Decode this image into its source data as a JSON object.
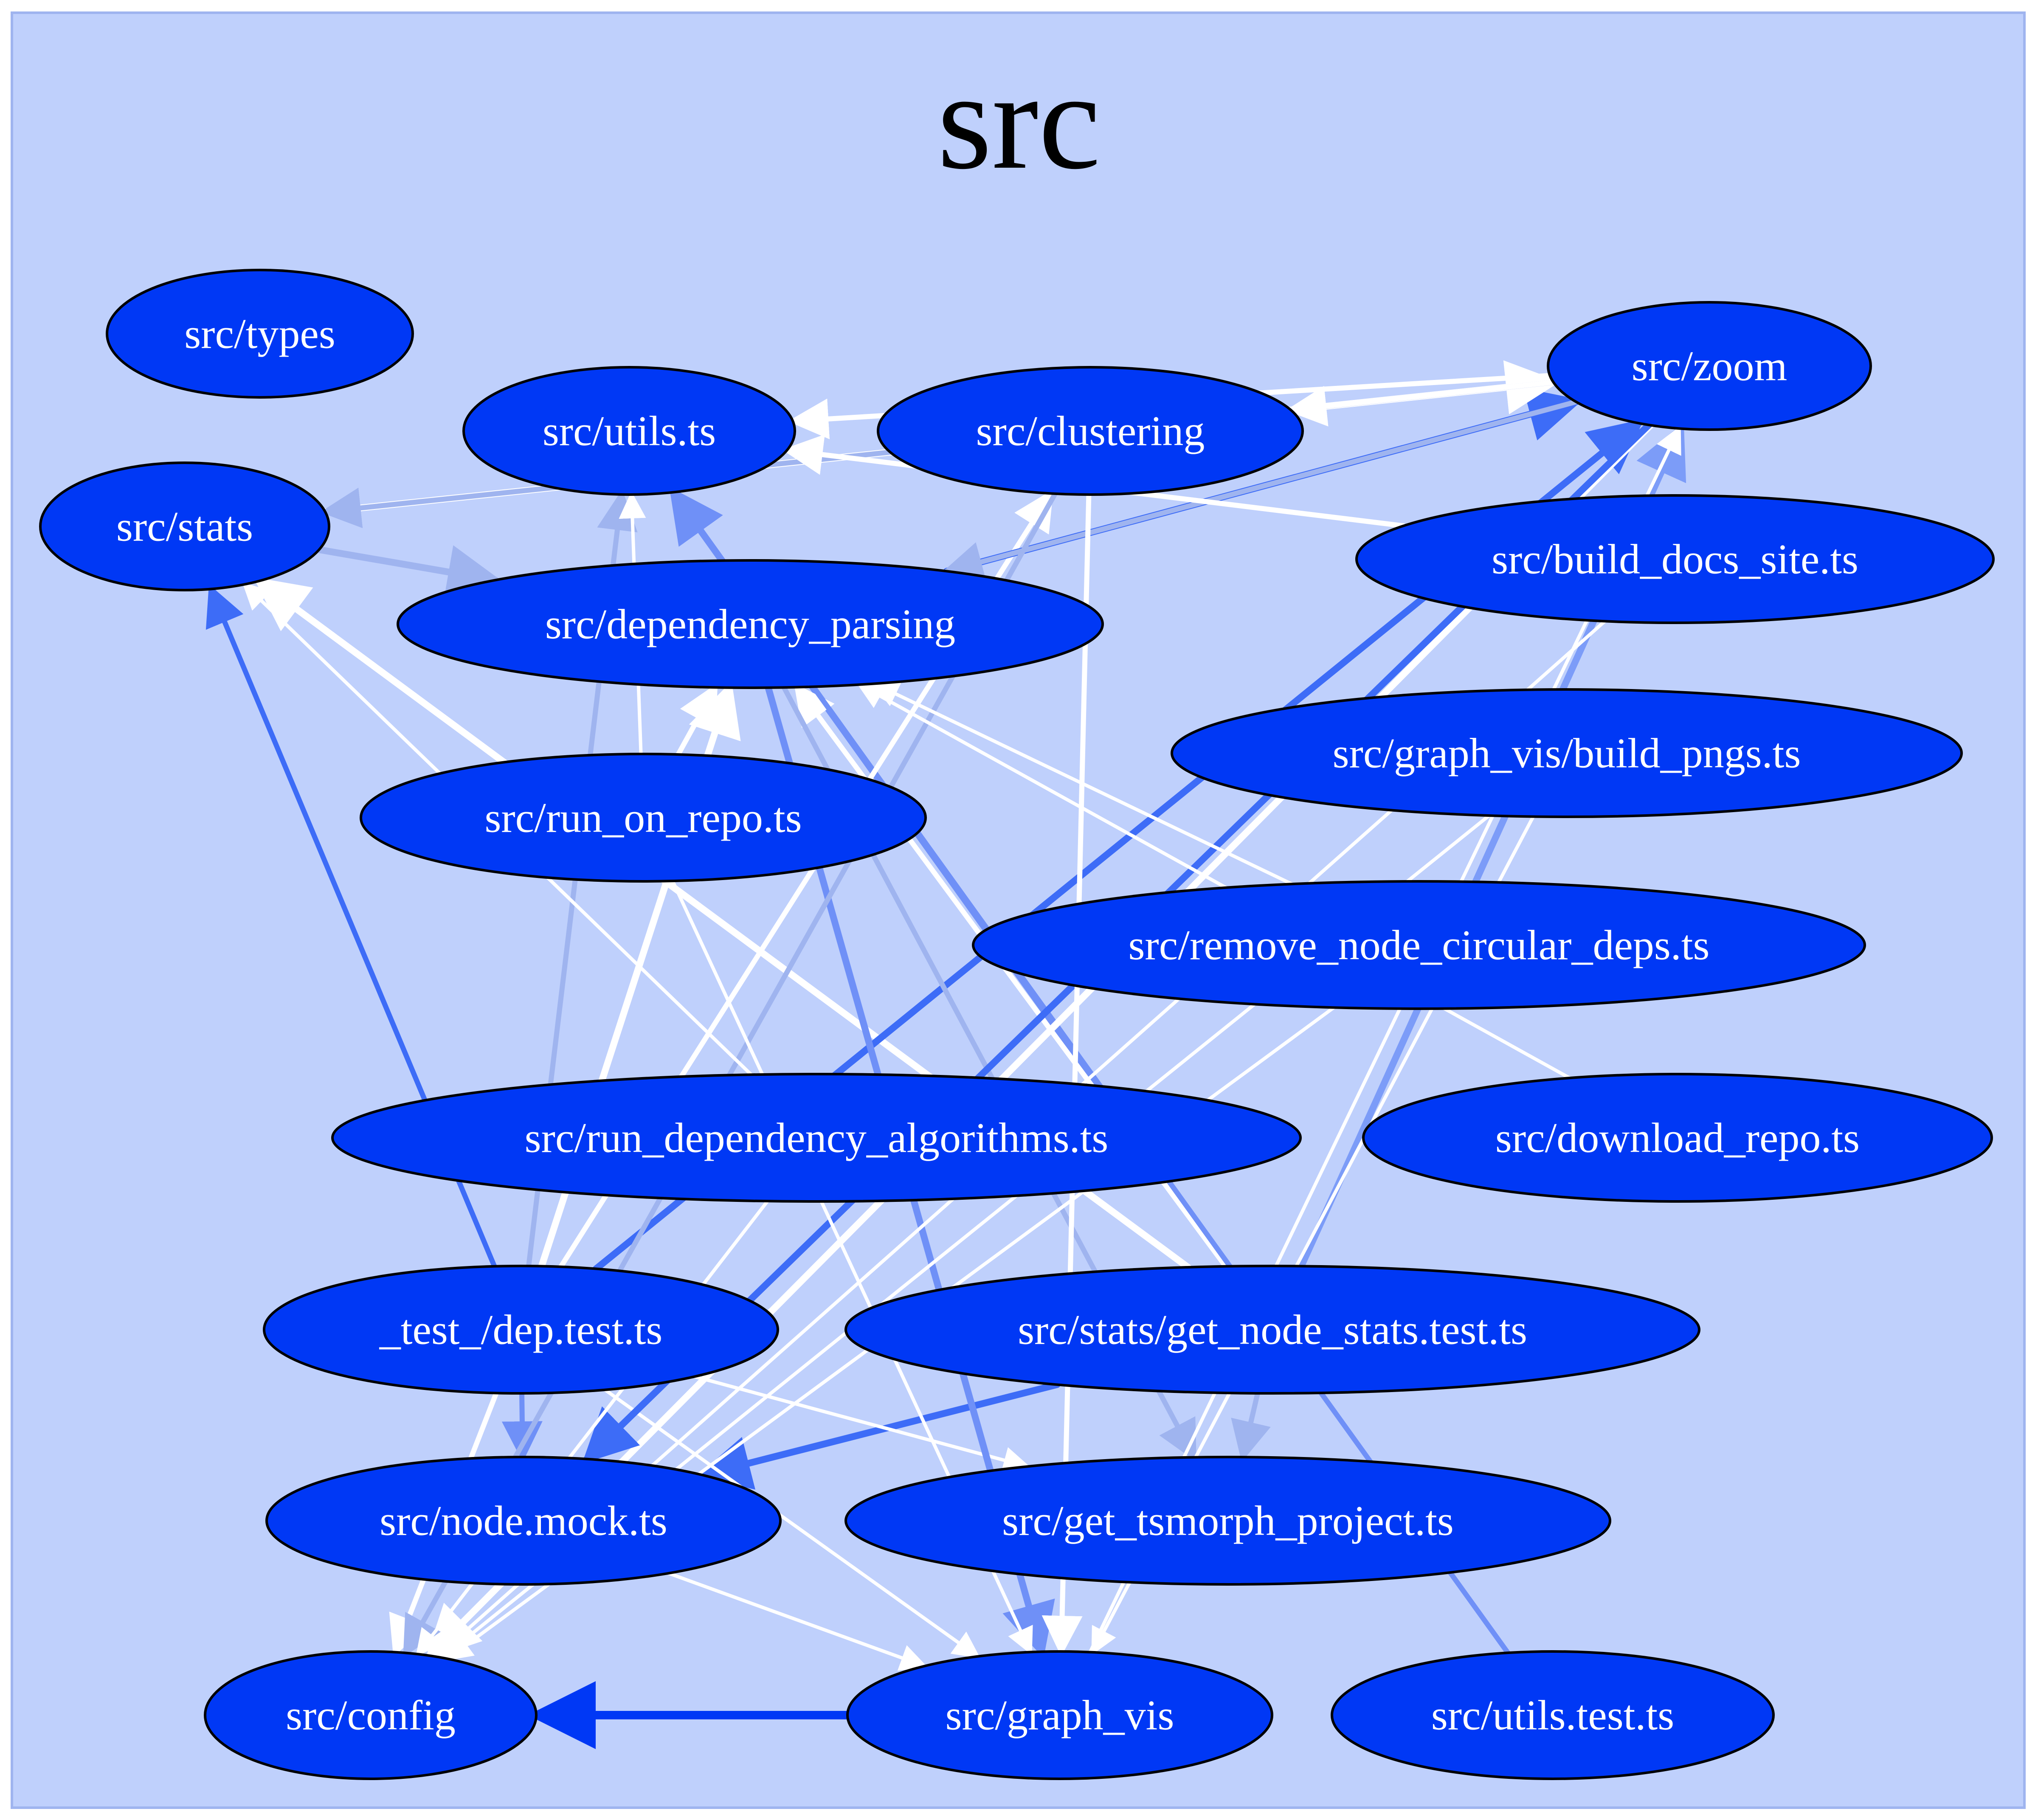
{
  "cluster": {
    "title": "src"
  },
  "nodes": [
    {
      "id": "types",
      "label": "src/types"
    },
    {
      "id": "utils",
      "label": "src/utils.ts"
    },
    {
      "id": "clustering",
      "label": "src/clustering"
    },
    {
      "id": "zoom",
      "label": "src/zoom"
    },
    {
      "id": "stats",
      "label": "src/stats"
    },
    {
      "id": "build_docs",
      "label": "src/build_docs_site.ts"
    },
    {
      "id": "dep_parsing",
      "label": "src/dependency_parsing"
    },
    {
      "id": "build_pngs",
      "label": "src/graph_vis/build_pngs.ts"
    },
    {
      "id": "run_on_repo",
      "label": "src/run_on_repo.ts"
    },
    {
      "id": "remove_circ",
      "label": "src/remove_node_circular_deps.ts"
    },
    {
      "id": "run_dep_algos",
      "label": "src/run_dependency_algorithms.ts"
    },
    {
      "id": "download_repo",
      "label": "src/download_repo.ts"
    },
    {
      "id": "dep_test",
      "label": "_test_/dep.test.ts"
    },
    {
      "id": "node_stats_test",
      "label": "src/stats/get_node_stats.test.ts"
    },
    {
      "id": "node_mock",
      "label": "src/node.mock.ts"
    },
    {
      "id": "tsmorph",
      "label": "src/get_tsmorph_project.ts"
    },
    {
      "id": "config",
      "label": "src/config"
    },
    {
      "id": "graph_vis",
      "label": "src/graph_vis"
    },
    {
      "id": "utils_test",
      "label": "src/utils.test.ts"
    }
  ],
  "edges": [
    {
      "from": "graph_vis",
      "to": "config",
      "color": "#0038f5",
      "weight": 4
    },
    {
      "from": "node_stats_test",
      "to": "node_mock",
      "color": "#3d6cf7",
      "weight": 3
    },
    {
      "from": "node_stats_test",
      "to": "zoom",
      "color": "#7c9cf8",
      "weight": 3
    },
    {
      "from": "node_stats_test",
      "to": "utils",
      "color": "#6f90f7",
      "weight": 3
    },
    {
      "from": "node_stats_test",
      "to": "stats",
      "color": "#ffffff",
      "weight": 3
    },
    {
      "from": "node_stats_test",
      "to": "tsmorph",
      "color": "#9fb4ef",
      "weight": 2
    },
    {
      "from": "node_stats_test",
      "to": "dep_parsing",
      "color": "#ffffff",
      "weight": 2
    },
    {
      "from": "utils_test",
      "to": "utils",
      "color": "#6f90f7",
      "weight": 2
    },
    {
      "from": "dep_test",
      "to": "stats",
      "color": "#3d6cf7",
      "weight": 2
    },
    {
      "from": "dep_test",
      "to": "zoom",
      "color": "#3d6cf7",
      "weight": 3
    },
    {
      "from": "dep_test",
      "to": "dep_parsing",
      "color": "#ffffff",
      "weight": 3
    },
    {
      "from": "dep_test",
      "to": "utils",
      "color": "#9fb4ef",
      "weight": 2
    },
    {
      "from": "dep_test",
      "to": "config",
      "color": "#ffffff",
      "weight": 2
    },
    {
      "from": "dep_test",
      "to": "node_mock",
      "color": "#6f90f7",
      "weight": 2
    },
    {
      "from": "dep_test",
      "to": "tsmorph",
      "color": "#ffffff",
      "weight": 1
    },
    {
      "from": "dep_test",
      "to": "graph_vis",
      "color": "#ffffff",
      "weight": 1
    },
    {
      "from": "dep_test",
      "to": "clustering",
      "color": "#ffffff",
      "weight": 2
    },
    {
      "from": "dep_parsing",
      "to": "zoom",
      "color": "#3d6cf7",
      "weight": 3
    },
    {
      "from": "dep_parsing",
      "to": "graph_vis",
      "color": "#6f90f7",
      "weight": 3
    },
    {
      "from": "dep_parsing",
      "to": "tsmorph",
      "color": "#9fb4ef",
      "weight": 2
    },
    {
      "from": "stats",
      "to": "zoom",
      "color": "#ffffff",
      "weight": 3
    },
    {
      "from": "stats",
      "to": "dep_parsing",
      "color": "#9fb4ef",
      "weight": 3
    },
    {
      "from": "zoom",
      "to": "stats",
      "color": "#9fb4ef",
      "weight": 2
    },
    {
      "from": "zoom",
      "to": "config",
      "color": "#ffffff",
      "weight": 3
    },
    {
      "from": "zoom",
      "to": "node_mock",
      "color": "#3d6cf7",
      "weight": 3
    },
    {
      "from": "zoom",
      "to": "utils",
      "color": "#ffffff",
      "weight": 2
    },
    {
      "from": "zoom",
      "to": "clustering",
      "color": "#ffffff",
      "weight": 2
    },
    {
      "from": "zoom",
      "to": "dep_parsing",
      "color": "#9fb4ef",
      "weight": 2
    },
    {
      "from": "clustering",
      "to": "config",
      "color": "#9fb4ef",
      "weight": 2
    },
    {
      "from": "clustering",
      "to": "graph_vis",
      "color": "#ffffff",
      "weight": 2
    },
    {
      "from": "build_docs",
      "to": "utils",
      "color": "#ffffff",
      "weight": 2
    },
    {
      "from": "build_docs",
      "to": "config",
      "color": "#ffffff",
      "weight": 1
    },
    {
      "from": "build_pngs",
      "to": "config",
      "color": "#ffffff",
      "weight": 1
    },
    {
      "from": "build_pngs",
      "to": "graph_vis",
      "color": "#ffffff",
      "weight": 1
    },
    {
      "from": "remove_circ",
      "to": "config",
      "color": "#ffffff",
      "weight": 1
    },
    {
      "from": "remove_circ",
      "to": "dep_parsing",
      "color": "#ffffff",
      "weight": 1
    },
    {
      "from": "run_on_repo",
      "to": "dep_parsing",
      "color": "#ffffff",
      "weight": 2
    },
    {
      "from": "run_on_repo",
      "to": "graph_vis",
      "color": "#ffffff",
      "weight": 1
    },
    {
      "from": "run_on_repo",
      "to": "utils",
      "color": "#ffffff",
      "weight": 1
    },
    {
      "from": "run_dep_algos",
      "to": "stats",
      "color": "#ffffff",
      "weight": 1
    },
    {
      "from": "run_dep_algos",
      "to": "config",
      "color": "#ffffff",
      "weight": 1
    },
    {
      "from": "download_repo",
      "to": "dep_parsing",
      "color": "#ffffff",
      "weight": 1
    },
    {
      "from": "node_mock",
      "to": "graph_vis",
      "color": "#ffffff",
      "weight": 1
    },
    {
      "from": "graph_vis",
      "to": "zoom",
      "color": "#ffffff",
      "weight": 1
    }
  ]
}
